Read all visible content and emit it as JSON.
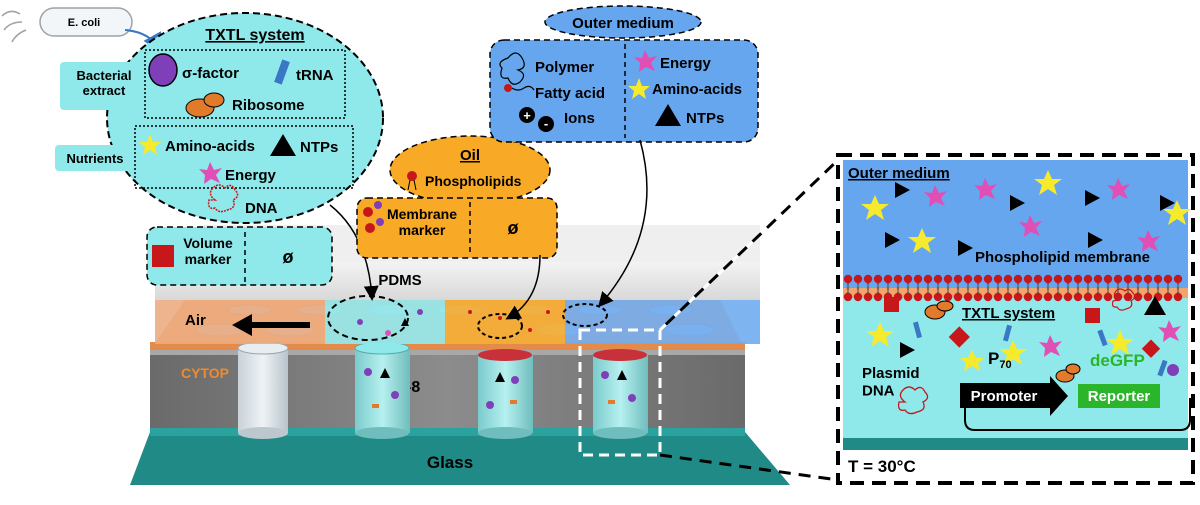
{
  "source": {
    "label": "E. coli"
  },
  "txtl": {
    "title": "TXTL system",
    "bacterial_extract_label": "Bacterial\nextract",
    "sigma_factor": "σ-factor",
    "trna": "tRNA",
    "ribosome": "Ribosome",
    "nutrients_label": "Nutrients",
    "amino_acids": "Amino-acids",
    "ntps": "NTPs",
    "energy": "Energy",
    "dna": "DNA"
  },
  "volume_marker": {
    "label": "Volume\nmarker",
    "empty": "ø"
  },
  "oil": {
    "title": "Oil",
    "phospholipids": "Phospholipids",
    "membrane_marker": "Membrane\nmarker",
    "empty": "ø"
  },
  "outer_medium": {
    "title": "Outer medium",
    "polymer": "Polymer",
    "fatty_acid": "Fatty acid",
    "ions": "Ions",
    "energy": "Energy",
    "amino_acids": "Amino-acids",
    "ntps": "NTPs"
  },
  "device": {
    "pdms": "PDMS",
    "air": "Air",
    "cytop": "CYTOP",
    "su8": "SU-8",
    "glass": "Glass"
  },
  "zoom": {
    "outer_medium": "Outer medium",
    "phospholipid_membrane": "Phospholipid membrane",
    "txtl_system": "TXTL system",
    "plasmid_dna": "Plasmid\nDNA",
    "p70": "P",
    "p70_sub": "70",
    "degfp": "deGFP",
    "promoter": "Promoter",
    "reporter": "Reporter",
    "temperature": "T = 30°C"
  },
  "colors": {
    "cyan": "#8fe9ea",
    "orange": "#f8a925",
    "blue": "#66a6ee",
    "glass": "#1f8a86",
    "purple": "#7f3fb8",
    "pink": "#e04fb5",
    "yellow": "#f6ea2d",
    "red": "#c8171b",
    "green": "#2bb52b"
  }
}
